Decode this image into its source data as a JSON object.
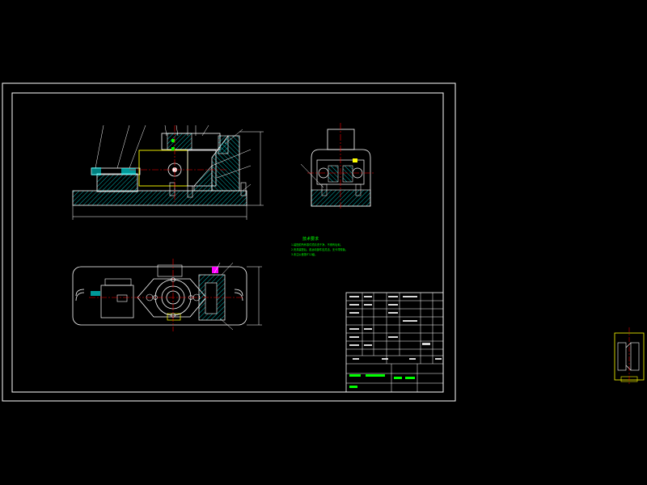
{
  "colors": {
    "background": "#000000",
    "frame": "#ffffff",
    "outline": "#ffffff",
    "centerline": "#ff0000",
    "hatch": "#00ffff",
    "leader": "#ffffff",
    "annotation": "#00ff00",
    "highlight": "#ff00ff",
    "dimension": "#ffff00",
    "part_fill": "#ffff00"
  },
  "technical_requirements": {
    "title": "技术要求",
    "lines": [
      "1.装配前所有零件须清洗干净，不得有毛刺。",
      "2.夹具装配后，各运动部件应灵活，无卡滞现象。",
      "3.未注公差按IT12级。"
    ]
  },
  "views": {
    "front_view": {
      "name": "front-view"
    },
    "side_view": {
      "name": "side-view"
    },
    "top_view": {
      "name": "top-view"
    },
    "detail_view": {
      "name": "detail-view"
    }
  }
}
